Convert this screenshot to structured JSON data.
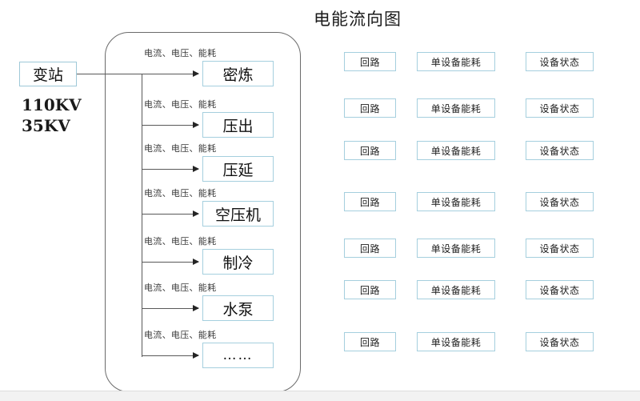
{
  "diagram": {
    "title": "电能流向图",
    "source": {
      "label": "变站",
      "voltages": [
        "110KV",
        "35KV"
      ]
    },
    "branch_metric_label": "电流、电压、能耗",
    "processes": [
      {
        "label": "密炼"
      },
      {
        "label": "压出"
      },
      {
        "label": "压延"
      },
      {
        "label": "空压机"
      },
      {
        "label": "制冷"
      },
      {
        "label": "水泵"
      },
      {
        "label": "……"
      }
    ]
  },
  "panel": {
    "columns": [
      "回路",
      "单设备能耗",
      "设备状态"
    ],
    "rows": [
      [
        "回路",
        "单设备能耗",
        "设备状态"
      ],
      [
        "回路",
        "单设备能耗",
        "设备状态"
      ],
      [
        "回路",
        "单设备能耗",
        "设备状态"
      ],
      [
        "回路",
        "单设备能耗",
        "设备状态"
      ],
      [
        "回路",
        "单设备能耗",
        "设备状态"
      ],
      [
        "回路",
        "单设备能耗",
        "设备状态"
      ],
      [
        "回路",
        "单设备能耗",
        "设备状态"
      ]
    ]
  },
  "colors": {
    "box_border": "#a5cfde",
    "container_border": "#6b6b6b",
    "line": "#595959",
    "text": "#111111",
    "page_edge": "#f2f2f2"
  },
  "layout": {
    "process_row_tops": [
      76,
      140,
      195,
      251,
      311,
      369,
      428
    ],
    "panel_row_tops": [
      65,
      123,
      176,
      240,
      298,
      350,
      415
    ]
  }
}
